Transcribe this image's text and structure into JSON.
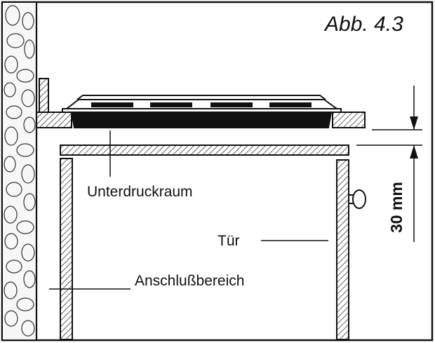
{
  "figure": {
    "label": "Abb. 4.3"
  },
  "labels": {
    "vacuum_space": "Unterdruckraum",
    "door": "Tür",
    "connection_area": "Anschlußbereich"
  },
  "dimension": {
    "gap": "30 mm"
  },
  "colors": {
    "ink": "#111111",
    "background": "#ffffff"
  }
}
